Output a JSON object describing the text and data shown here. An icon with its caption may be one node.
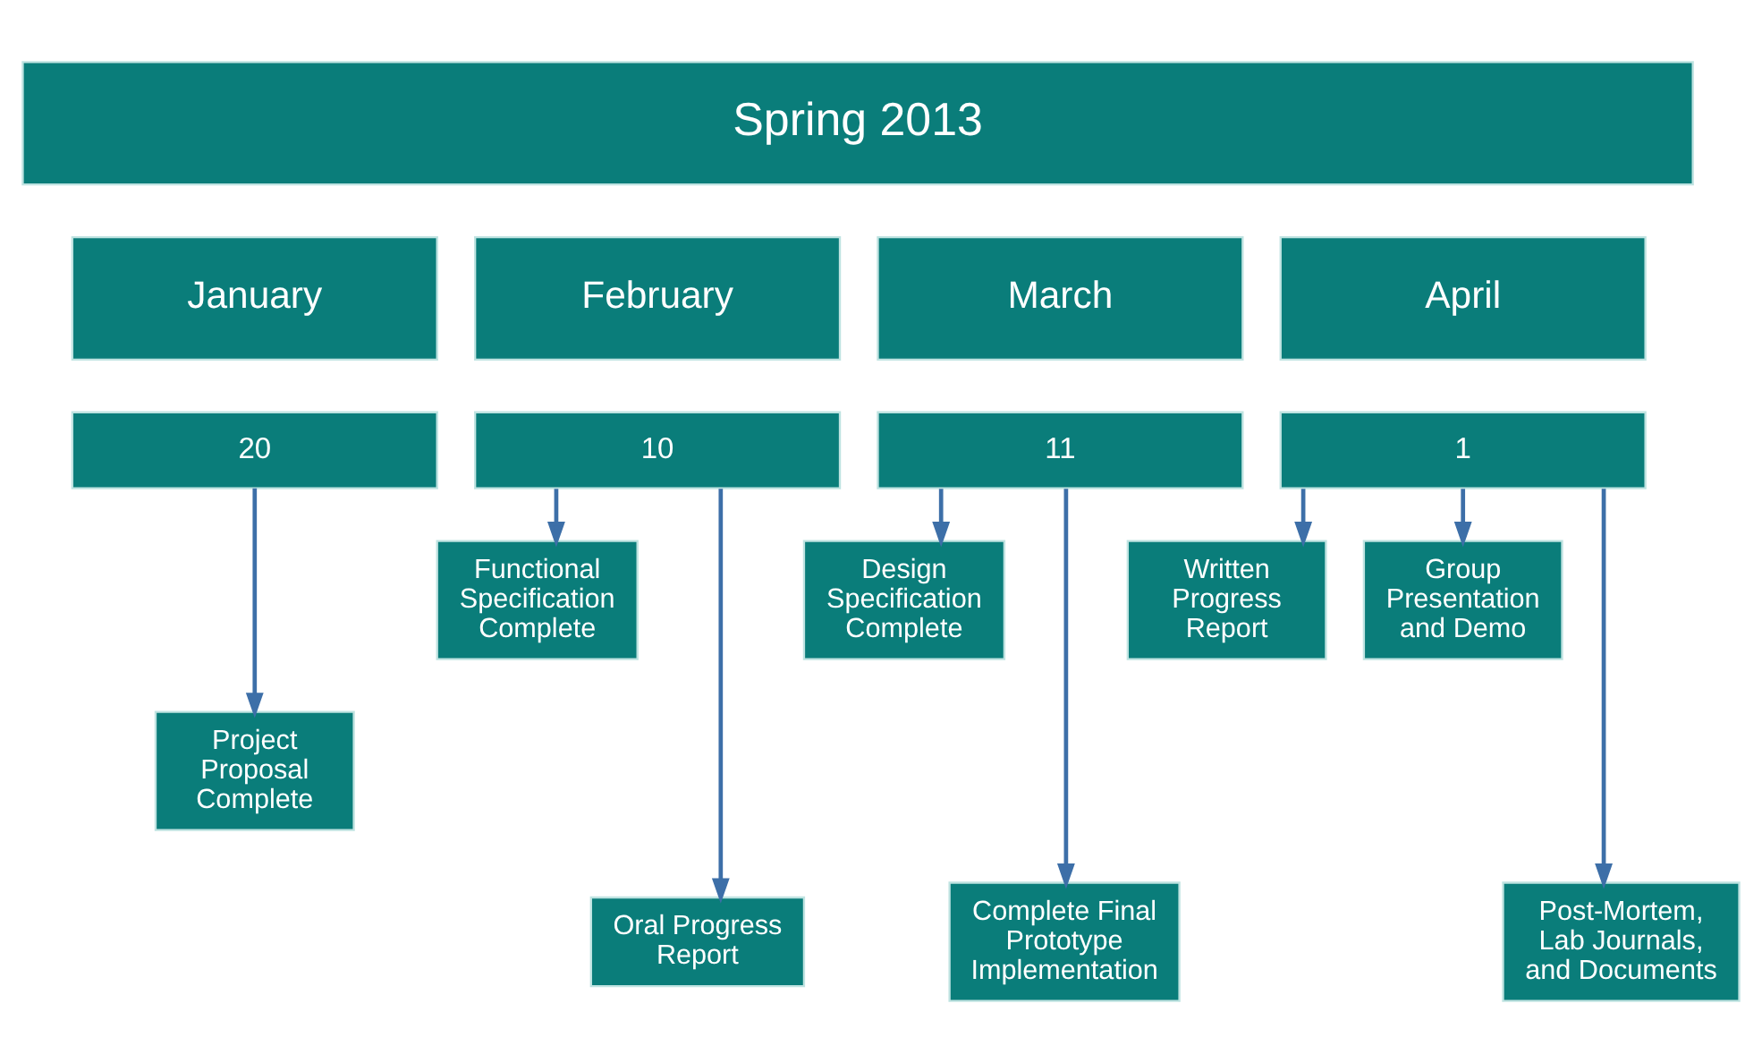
{
  "diagram": {
    "nodes": [
      {
        "text": [
          "Spring 2013"
        ]
      },
      {
        "text": [
          "January"
        ]
      },
      {
        "text": [
          "February"
        ]
      },
      {
        "text": [
          "March"
        ]
      },
      {
        "text": [
          "April"
        ]
      },
      {
        "text": [
          "20"
        ]
      },
      {
        "text": [
          "10"
        ]
      },
      {
        "text": [
          "11"
        ]
      },
      {
        "text": [
          "1"
        ]
      },
      {
        "text": [
          "Project Proposal Complete"
        ]
      },
      {
        "text": [
          "Functional Specification Complete"
        ]
      },
      {
        "text": [
          "Oral Progress Report"
        ]
      },
      {
        "text": [
          "Design Specification Complete"
        ]
      },
      {
        "text": [
          "Complete Final Prototype Implementation"
        ]
      },
      {
        "text": [
          "Written Progress Report"
        ]
      },
      {
        "text": [
          "Group Presentation and Demo"
        ]
      },
      {
        "text": [
          "Post-Mortem, Lab Journals, and Documents"
        ]
      }
    ],
    "edges": [
      {
        "from": 5,
        "to": 9,
        "arrow": "to"
      },
      {
        "from": 6,
        "to": 10,
        "arrow": "to"
      },
      {
        "from": 6,
        "to": 11,
        "arrow": "to"
      },
      {
        "from": 7,
        "to": 12,
        "arrow": "to"
      },
      {
        "from": 7,
        "to": 13,
        "arrow": "to"
      },
      {
        "from": 8,
        "to": 14,
        "arrow": "to"
      },
      {
        "from": 8,
        "to": 15,
        "arrow": "to"
      },
      {
        "from": 8,
        "to": 16,
        "arrow": "to"
      }
    ]
  }
}
